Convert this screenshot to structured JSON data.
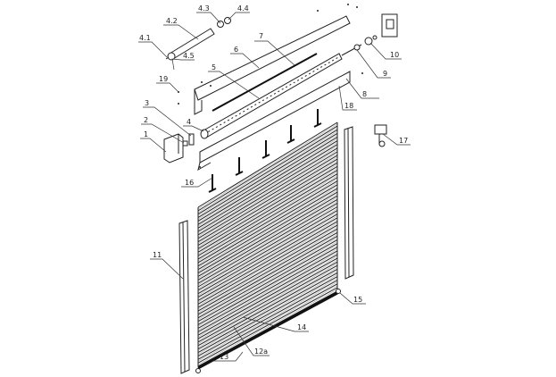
{
  "diagram": {
    "title_hidden": false,
    "labels": {
      "l4_3": "4.3",
      "l4_4": "4.4",
      "l4_2": "4.2",
      "l4_1": "4.1",
      "l4_5": "4.5",
      "l7": "7",
      "l6": "6",
      "l5": "5",
      "l19": "19",
      "l3": "3",
      "l2": "2",
      "l1": "1",
      "l4": "4",
      "l10": "10",
      "l9": "9",
      "l8": "8",
      "l18": "18",
      "l17": "17",
      "l16": "16",
      "l11": "11",
      "l15": "15",
      "l14": "14",
      "l12a": "12a",
      "l13": "13"
    },
    "slat_count": 46,
    "line_color": "#222222"
  }
}
